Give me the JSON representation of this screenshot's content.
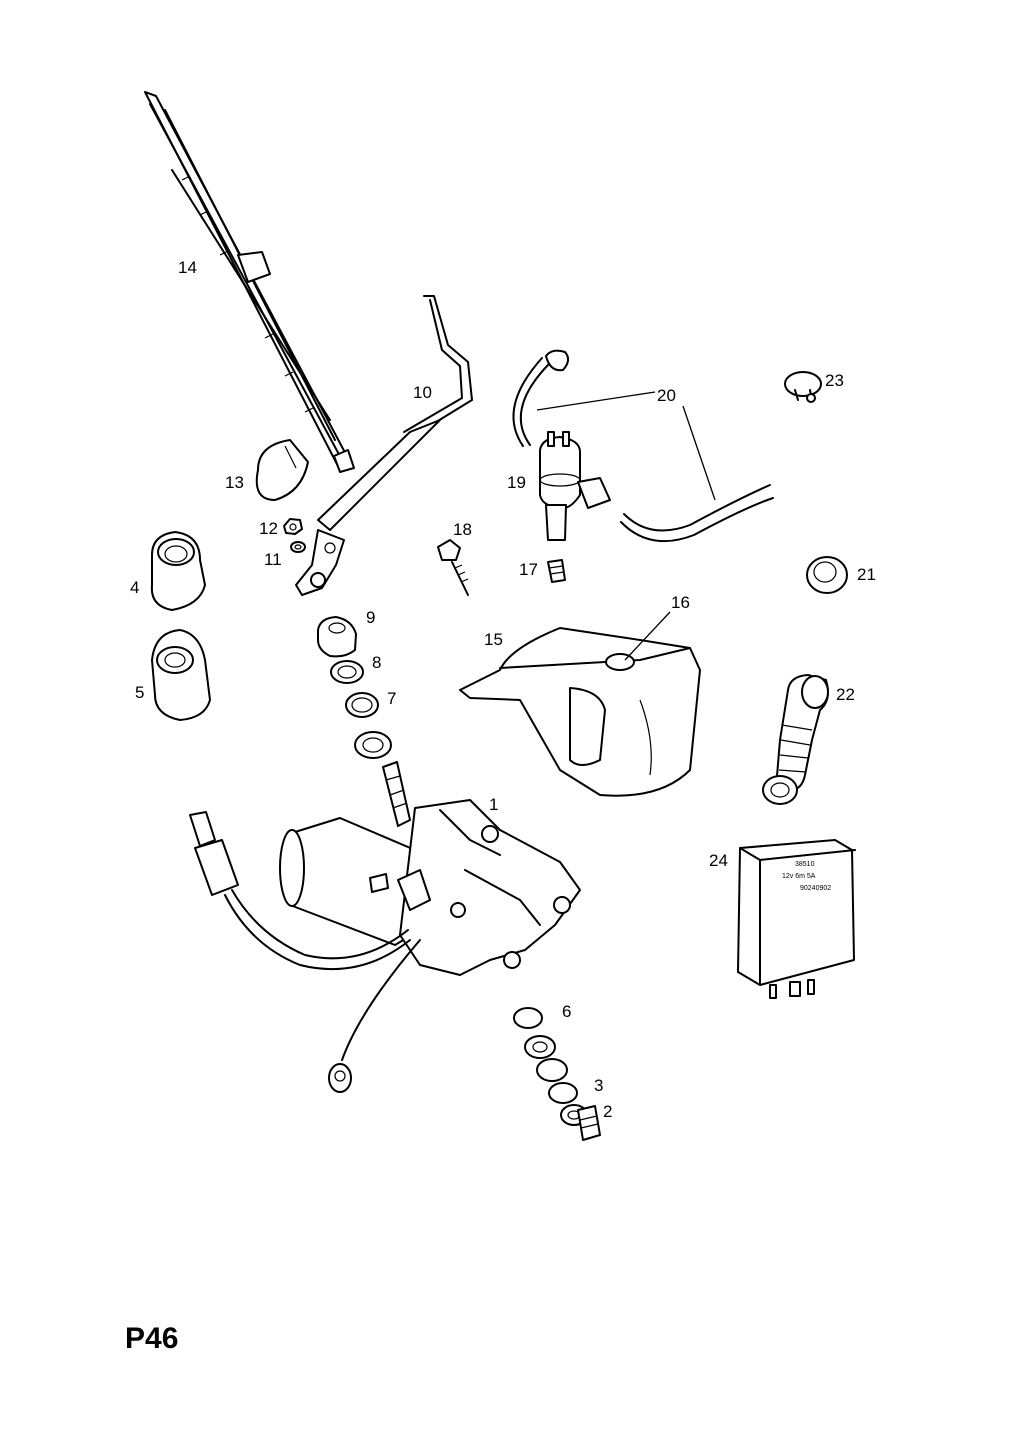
{
  "page_code": "P46",
  "callouts": {
    "c1": "1",
    "c2": "2",
    "c3": "3",
    "c4": "4",
    "c5": "5",
    "c6": "6",
    "c7": "7",
    "c8": "8",
    "c9": "9",
    "c10": "10",
    "c11": "11",
    "c12": "12",
    "c13": "13",
    "c14": "14",
    "c15": "15",
    "c16": "16",
    "c17": "17",
    "c18": "18",
    "c19": "19",
    "c20": "20",
    "c21": "21",
    "c22": "22",
    "c23": "23",
    "c24": "24"
  },
  "relay_label": {
    "line1": "38510",
    "line2": "12v  6m  5A",
    "line3": "90240902"
  }
}
